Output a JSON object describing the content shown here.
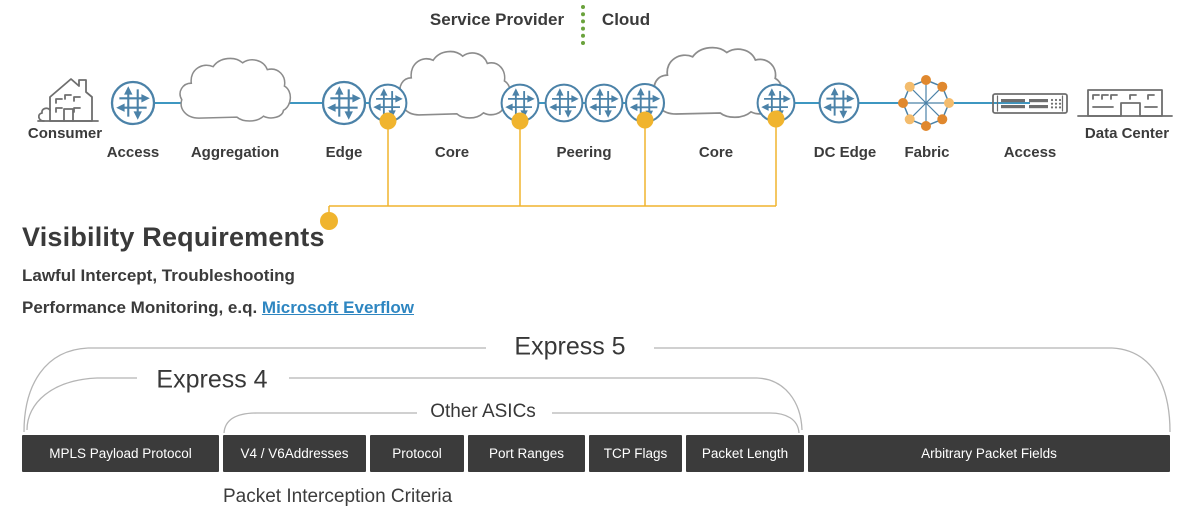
{
  "header": {
    "left_label": "Service Provider",
    "right_label": "Cloud"
  },
  "nodes": [
    {
      "label": "Consumer",
      "icon": "consumer-building-icon"
    },
    {
      "label": "Access",
      "icon": "router-icon"
    },
    {
      "label": "Aggregation",
      "icon": "cloud-icon"
    },
    {
      "label": "Edge",
      "icon": "router-icon"
    },
    {
      "label": "Core",
      "icon": "cloud-icon"
    },
    {
      "label": "Peering",
      "icon": "router-icon"
    },
    {
      "label": "Core",
      "icon": "cloud-icon"
    },
    {
      "label": "DC Edge",
      "icon": "router-icon"
    },
    {
      "label": "Fabric",
      "icon": "fabric-icon"
    },
    {
      "label": "Access",
      "icon": "switch-icon"
    },
    {
      "label": "Data Center",
      "icon": "datacenter-building-icon"
    }
  ],
  "visibility": {
    "title": "Visibility Requirements",
    "line1": "Lawful Intercept, Troubleshooting",
    "line2_prefix": "Performance Monitoring, e.q. ",
    "link_text": "Microsoft Everflow"
  },
  "brackets": [
    {
      "label": "Express 5"
    },
    {
      "label": "Express 4"
    },
    {
      "label": "Other ASICs"
    }
  ],
  "boxes": [
    "MPLS Payload Protocol",
    "V4 / V6Addresses",
    "Protocol",
    "Port Ranges",
    "TCP Flags",
    "Packet Length",
    "Arbitrary Packet Fields"
  ],
  "caption": "Packet Interception Criteria",
  "colors": {
    "router-blue": "#4b82a8",
    "link-blue": "#3e97c1",
    "cloud-gray": "#8c8c8c",
    "tap-yellow": "#f0b42e",
    "divider-green": "#6aa23c",
    "box-dark": "#3b3b3b",
    "bracket-gray": "#b5b5b5",
    "hyperlink-blue": "#2e86c1",
    "fabric-orange-dark": "#e0882e",
    "fabric-orange-light": "#f3bc6d",
    "icon-gray": "#6e6e6e"
  }
}
